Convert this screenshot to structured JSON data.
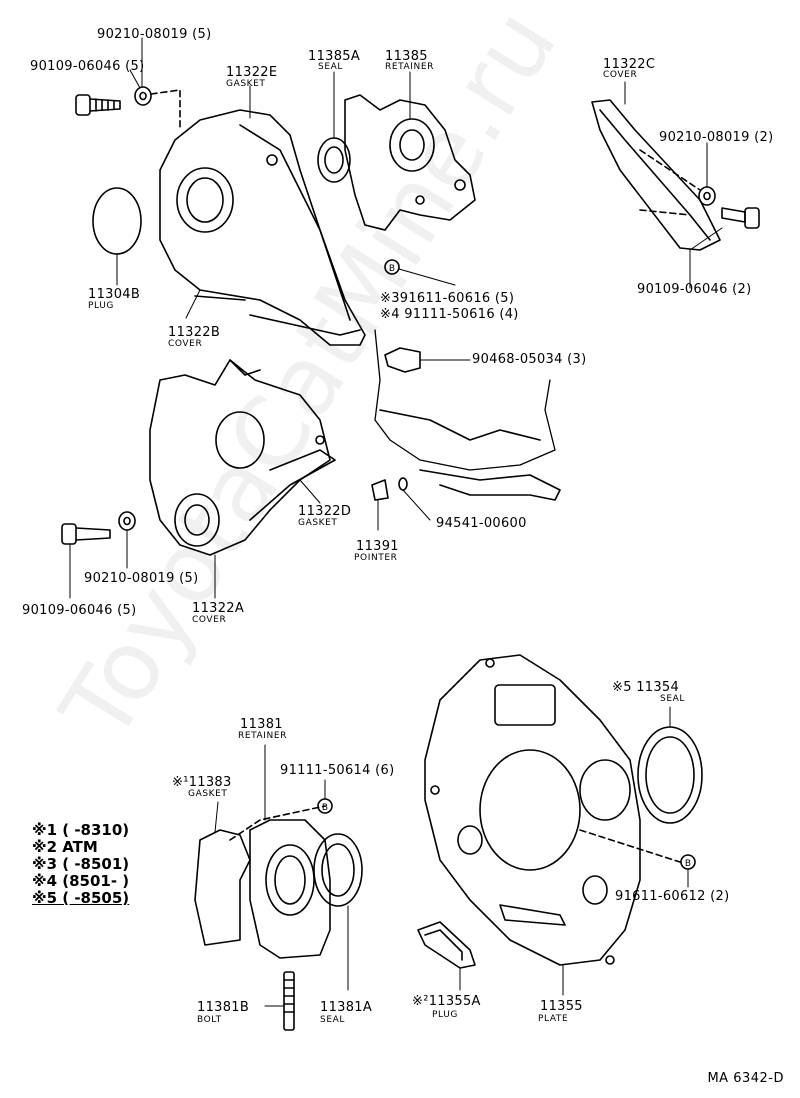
{
  "watermark": "ToyotaCatMine.ru",
  "drawing_code": "MA 6342-D",
  "colors": {
    "ink": "#000000",
    "background": "#ffffff"
  },
  "labels": {
    "p1": "90210-08019 (5)",
    "p2": "90109-06046 (5)",
    "p3": "11322E",
    "p3s": "GASKET",
    "p4": "11385A",
    "p4s": "SEAL",
    "p5": "11385",
    "p5s": "RETAINER",
    "p6": "11322C",
    "p6s": "COVER",
    "p7": "90210-08019 (2)",
    "p8": "90109-06046 (2)",
    "p9": "11304B",
    "p9s": "PLUG",
    "p10": "11322B",
    "p10s": "COVER",
    "p11": "※391611-60616 (5)",
    "p12": "※4 91111-50616 (4)",
    "p13": "90468-05034 (3)",
    "p14": "11322D",
    "p14s": "GASKET",
    "p15": "94541-00600",
    "p16": "11391",
    "p16s": "POINTER",
    "p17": "90210-08019 (5)",
    "p18": "90109-06046 (5)",
    "p19": "11322A",
    "p19s": "COVER",
    "p20": "11381",
    "p20s": "RETAINER",
    "p21": "※¹11383",
    "p21s": "GASKET",
    "p22": "91111-50614 (6)",
    "p23": "※5 11354",
    "p23s": "SEAL",
    "p24": "91611-60612 (2)",
    "p25": "11381B",
    "p25s": "BOLT",
    "p26": "11381A",
    "p26s": "SEAL",
    "p27": "※²11355A",
    "p27s": "PLUG",
    "p28": "11355",
    "p28s": "PLATE",
    "callout_b": "B"
  },
  "legend": [
    "※1 (      -8310)",
    "※2 ATM",
    "※3 (      -8501)",
    "※4 (8501-      )",
    "※5 (      -8505)"
  ]
}
